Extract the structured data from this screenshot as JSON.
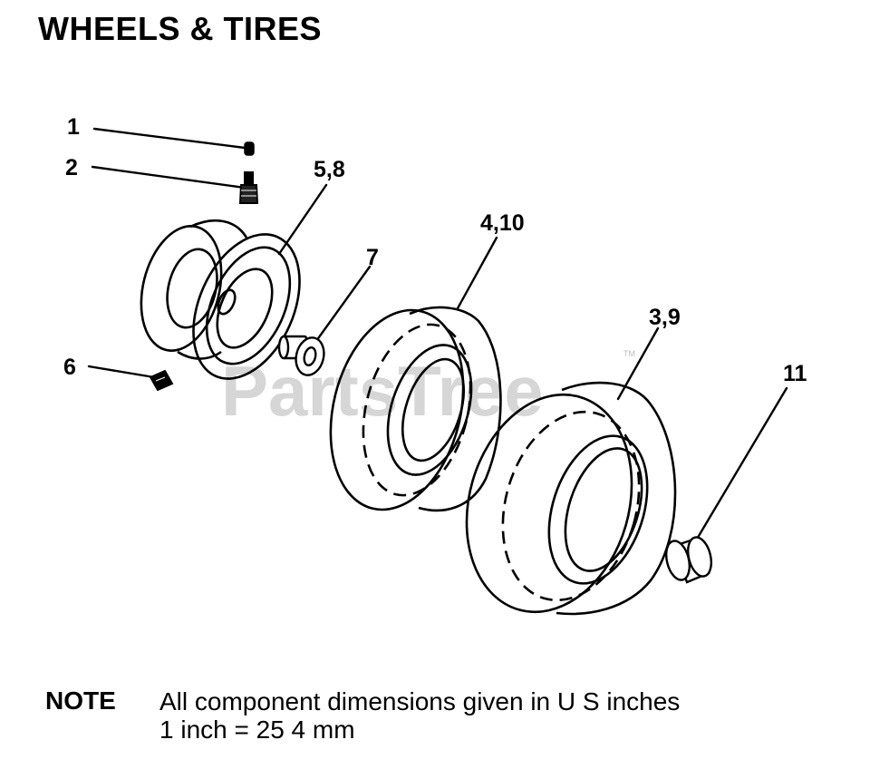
{
  "title": "WHEELS & TIRES",
  "watermark": "PartsTree",
  "trademark": "TM",
  "callouts": [
    "1",
    "2",
    "5,8",
    "7",
    "4,10",
    "3,9",
    "6",
    "11"
  ],
  "note": {
    "label": "NOTE",
    "lines": [
      "All component dimensions given in U S  inches",
      "1 inch = 25 4 mm"
    ]
  }
}
